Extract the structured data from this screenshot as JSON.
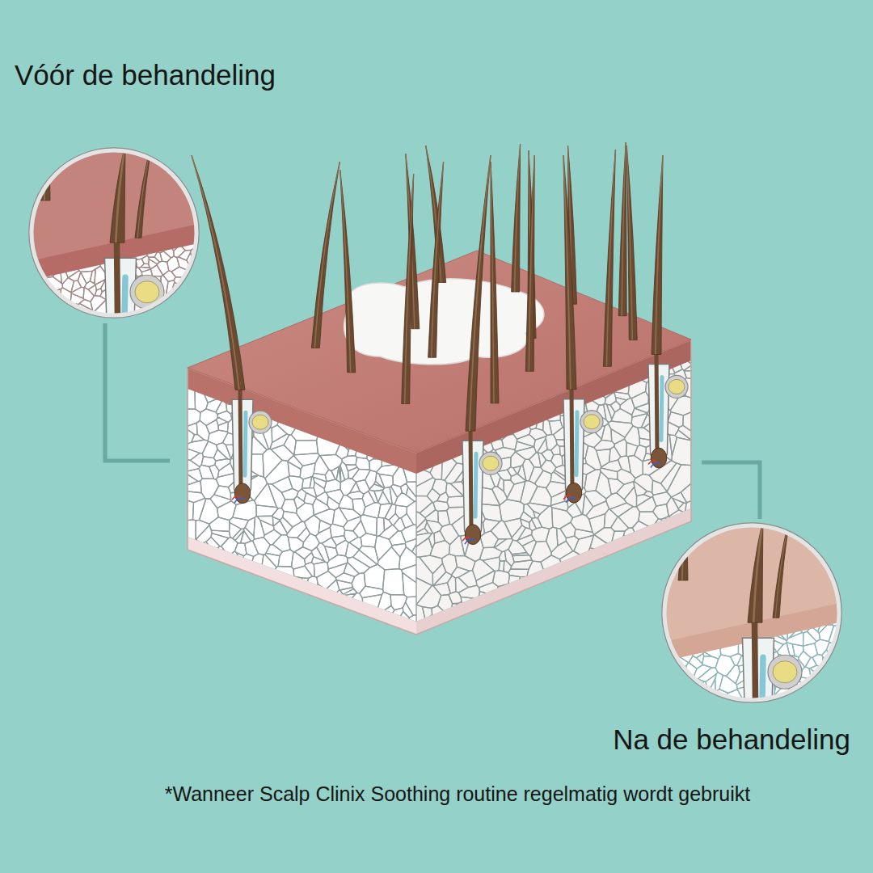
{
  "diagram": {
    "caption": "*Wanneer Scalp Clinix Soothing routine regelmatig wordt gebruikt",
    "labels": [
      "Vóór de behandeling",
      "Na de behandeling"
    ]
  }
}
